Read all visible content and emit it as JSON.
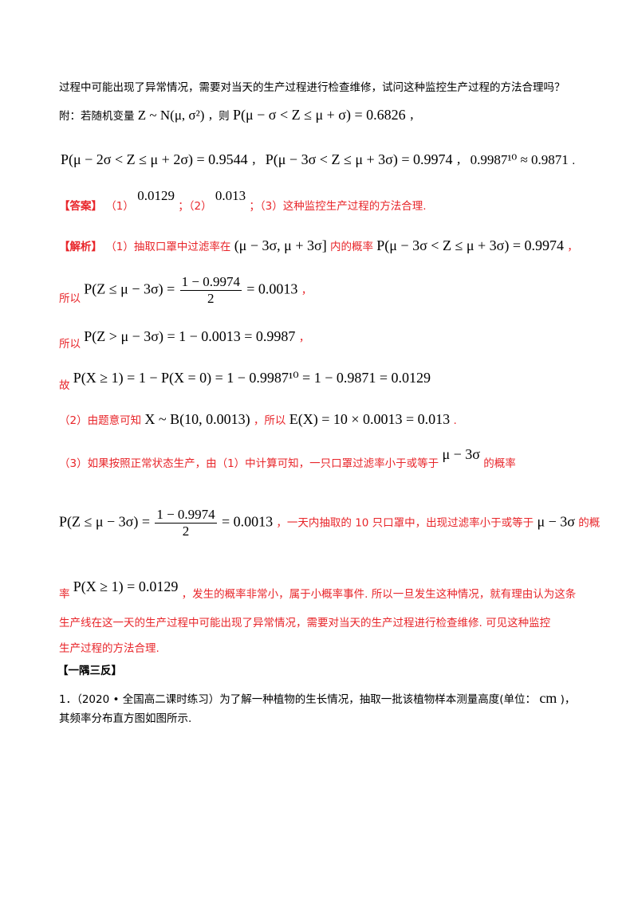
{
  "lines": {
    "l1": "过程中可能出现了异常情况，需要对当天的生产过程进行检查维修，试问这种监控生产过程的方法合理吗？",
    "l2_prefix": "附：若随机变量",
    "l2_dist": "Z ~ N(μ, σ²)",
    "l2_mid": "，则",
    "l2_formula": "P(μ − σ < Z ≤ μ + σ) = 0.6826",
    "l2_end": "，",
    "l3_f1": "P(μ − 2σ < Z ≤ μ + 2σ) = 0.9544",
    "l3_sep1": "，",
    "l3_f2": "P(μ − 3σ < Z ≤ μ + 3σ) = 0.9974",
    "l3_sep2": "，",
    "l3_f3": "0.9987¹⁰ ≈ 0.9871",
    "l3_end": "."
  },
  "answer": {
    "label": "【答案】",
    "p1": "（1）",
    "v1": "0.0129",
    "p2": "；（2）",
    "v2": "0.013",
    "p3": "；（3）这种监控生产过程的方法合理."
  },
  "analysis": {
    "label": "【解析】",
    "a1_text": "（1）抽取口罩中过滤率在",
    "a1_interval": "(μ − 3σ, μ + 3σ]",
    "a1_mid": "内的概率",
    "a1_formula": "P(μ − 3σ < Z ≤ μ + 3σ) = 0.9974",
    "a1_end": "，",
    "a2_so": "所以",
    "a2_lhs": "P(Z ≤ μ − 3σ) =",
    "a2_num": "1 − 0.9974",
    "a2_den": "2",
    "a2_rhs": "= 0.0013",
    "a2_end": "，",
    "a3_so": "所以",
    "a3_formula": "P(Z > μ − 3σ) = 1 − 0.0013 = 0.9987",
    "a3_end": "，",
    "a4_so": "故",
    "a4_formula": "P(X ≥ 1) = 1 − P(X = 0) = 1 − 0.9987¹⁰ = 1 − 0.9871 = 0.0129",
    "b1_text": "（2）由题意可知",
    "b1_dist": "X ~ B(10, 0.0013)",
    "b1_mid": "，所以",
    "b1_formula": "E(X) = 10 × 0.0013 = 0.013",
    "b1_end": ".",
    "c1_text": "（3）如果按照正常状态生产，由（1）中计算可知，一只口罩过滤率小于或等于",
    "c1_expr": "μ − 3σ",
    "c1_end": "的概率",
    "c2_lhs": "P(Z ≤ μ − 3σ) =",
    "c2_num": "1 − 0.9974",
    "c2_den": "2",
    "c2_rhs": "= 0.0013",
    "c2_text": "，一天内抽取的 10 只口罩中，出现过滤率小于或等于",
    "c2_expr": "μ − 3σ",
    "c2_end": "的概",
    "c3_text": "率",
    "c3_formula": "P(X ≥ 1) = 0.0129",
    "c3_rest": "，发生的概率非常小，属于小概率事件. 所以一旦发生这种情况，就有理由认为这条",
    "c4": "生产线在这一天的生产过程中可能出现了异常情况，需要对当天的生产过程进行检查维修. 可见这种监控",
    "c5": "生产过程的方法合理."
  },
  "section": {
    "title": "【一隅三反】"
  },
  "question": {
    "q1a": "1．（2020 • 全国高二课时练习）为了解一种植物的生长情况，抽取一批该植物样本测量高度(单位：",
    "q1_unit": "cm",
    "q1_end": ")，",
    "q1b": "其频率分布直方图如图所示."
  },
  "colors": {
    "answer_red": "#e8252a",
    "text": "#000000"
  }
}
